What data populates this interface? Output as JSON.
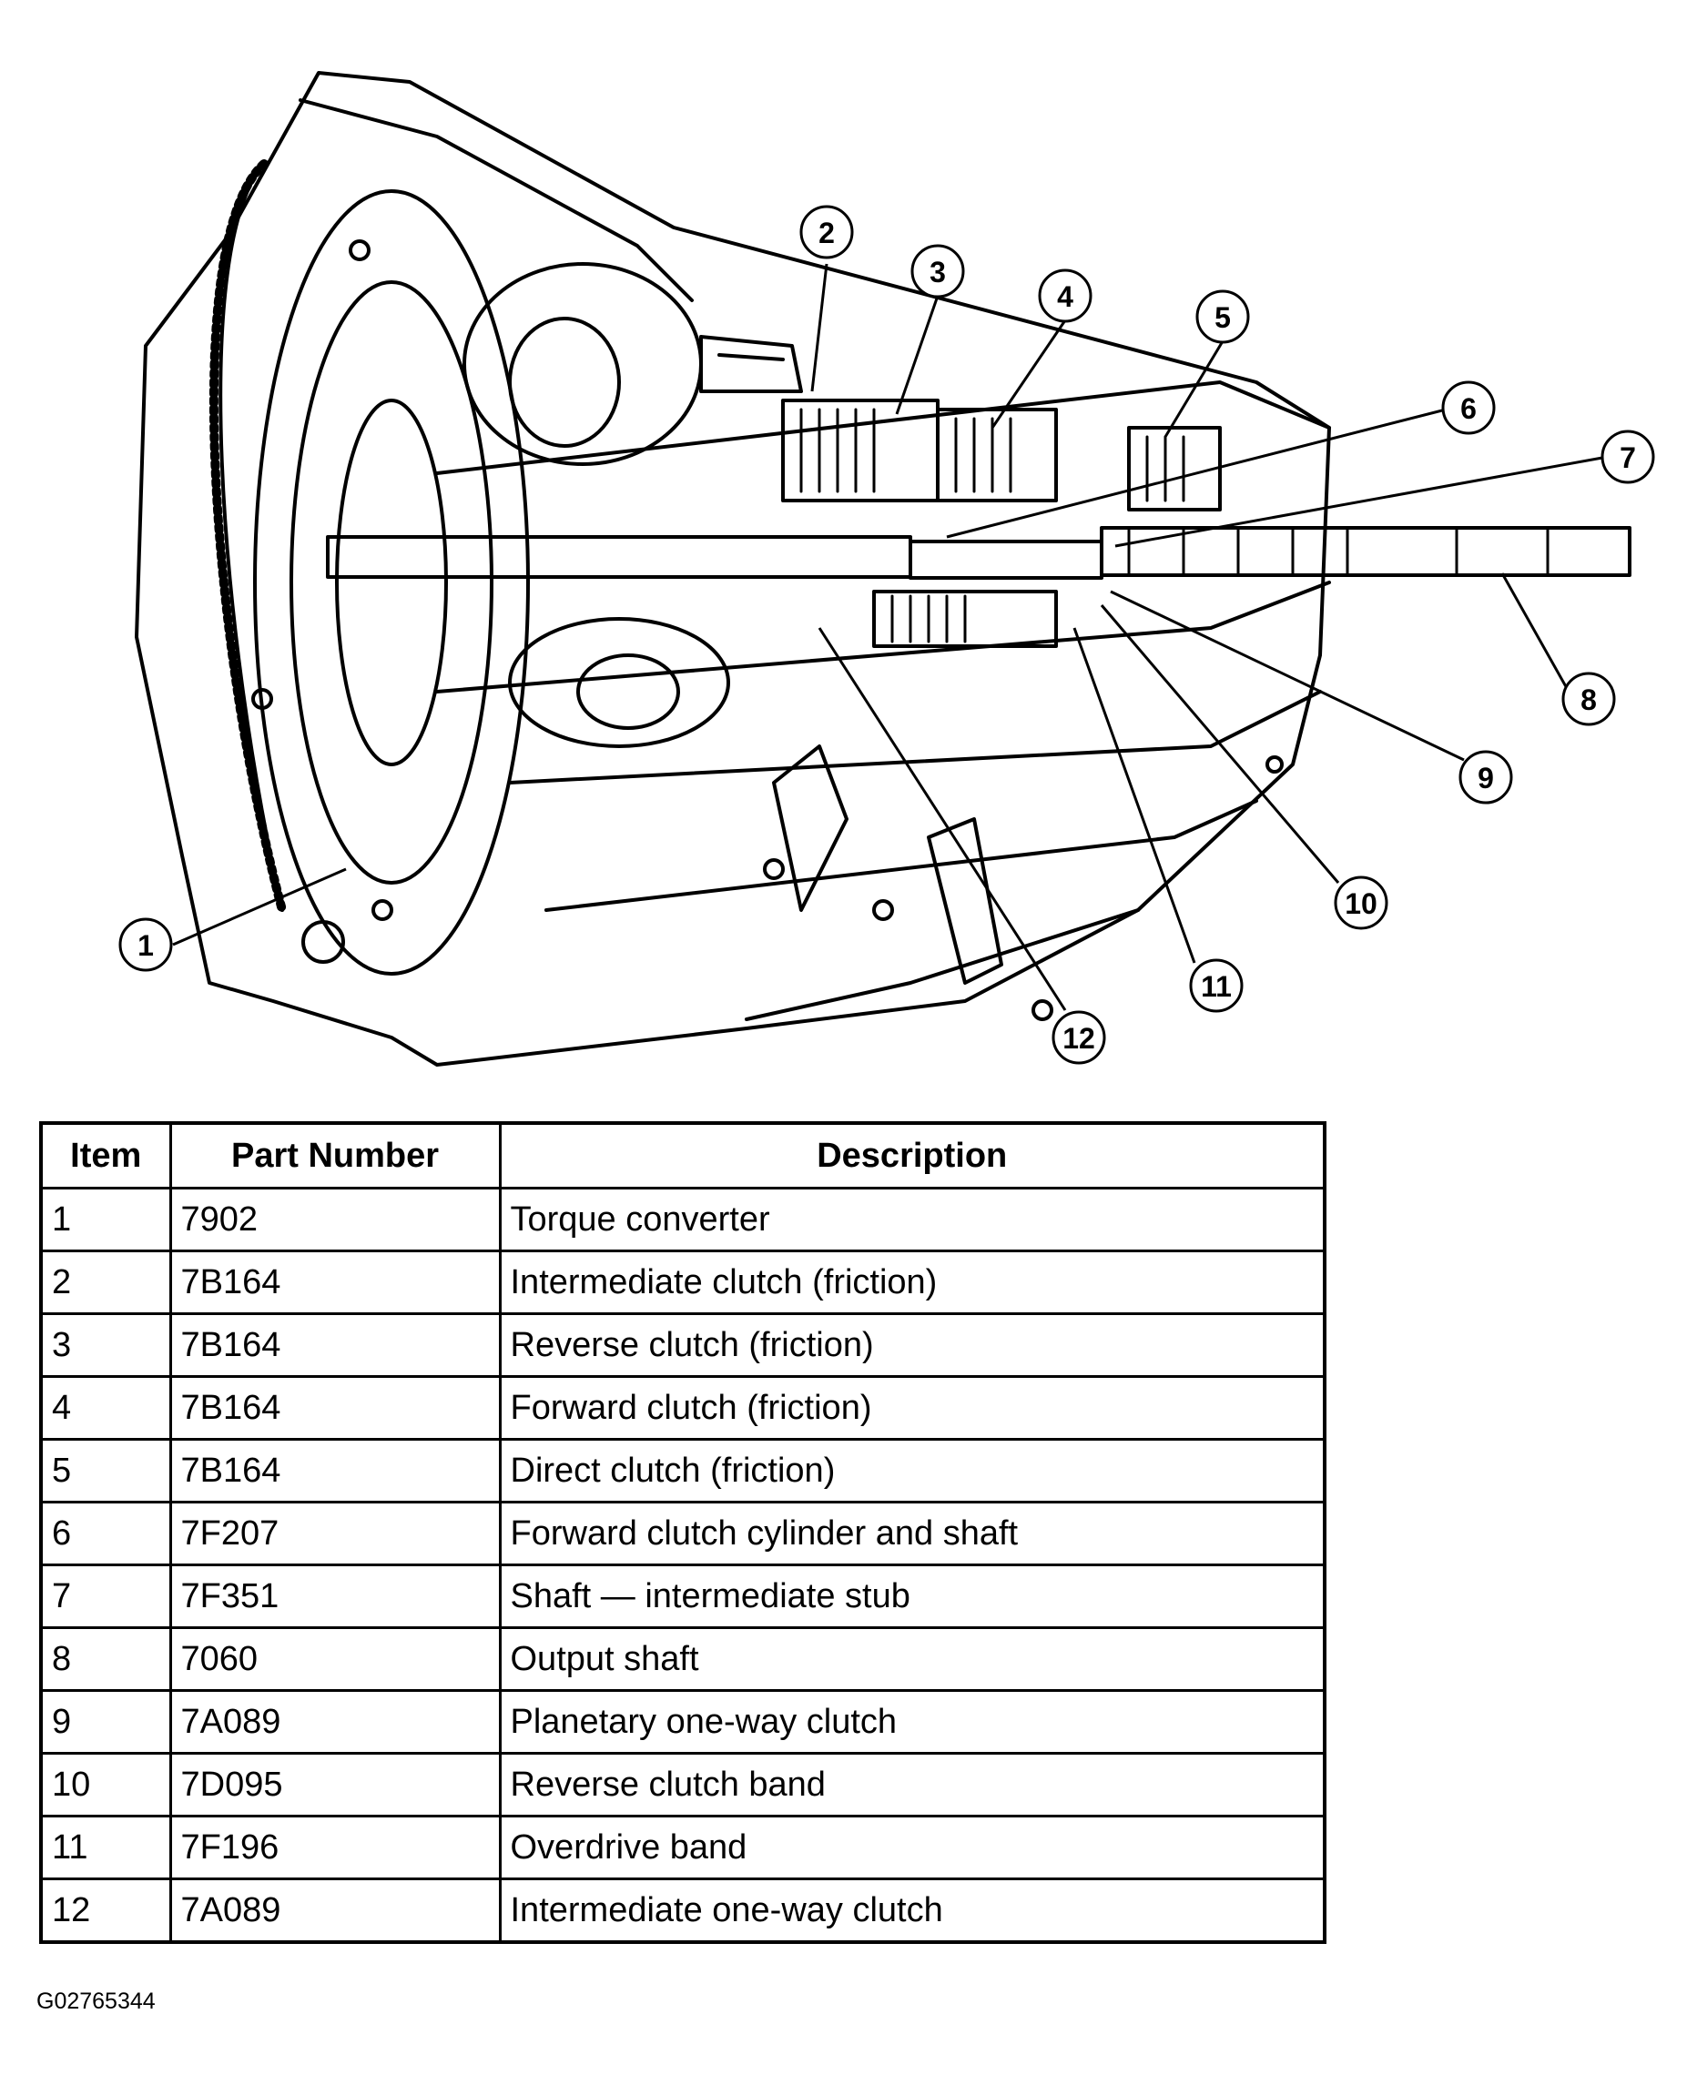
{
  "diagram": {
    "callouts": [
      "1",
      "2",
      "3",
      "4",
      "5",
      "6",
      "7",
      "8",
      "9",
      "10",
      "11",
      "12"
    ]
  },
  "table": {
    "headers": [
      "Item",
      "Part Number",
      "Description"
    ],
    "rows": [
      [
        "1",
        "7902",
        "Torque converter"
      ],
      [
        "2",
        "7B164",
        "Intermediate clutch (friction)"
      ],
      [
        "3",
        "7B164",
        "Reverse clutch (friction)"
      ],
      [
        "4",
        "7B164",
        "Forward clutch (friction)"
      ],
      [
        "5",
        "7B164",
        "Direct clutch (friction)"
      ],
      [
        "6",
        "7F207",
        "Forward clutch cylinder and shaft"
      ],
      [
        "7",
        "7F351",
        "Shaft — intermediate stub"
      ],
      [
        "8",
        "7060",
        "Output shaft"
      ],
      [
        "9",
        "7A089",
        "Planetary one-way clutch"
      ],
      [
        "10",
        "7D095",
        "Reverse clutch band"
      ],
      [
        "11",
        "7F196",
        "Overdrive band"
      ],
      [
        "12",
        "7A089",
        "Intermediate one-way clutch"
      ]
    ]
  },
  "figure_code": "G02765344"
}
